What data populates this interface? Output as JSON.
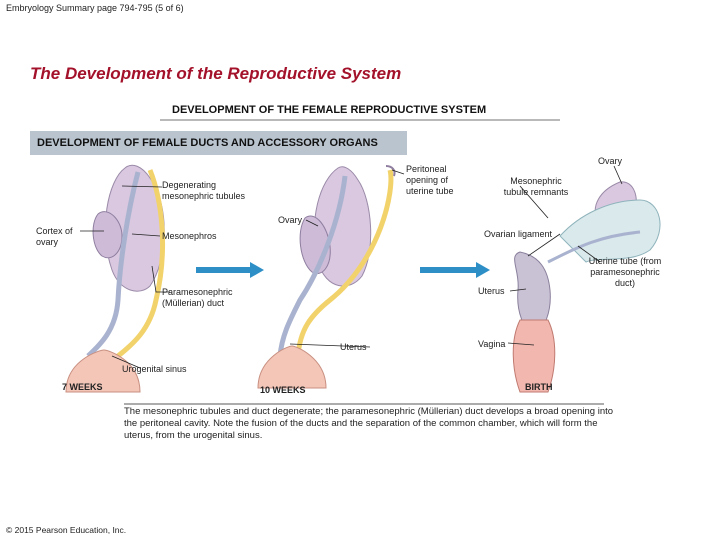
{
  "header_note": "Embryology Summary page 794-795 (5 of 6)",
  "slide_title": "The Development of the Reproductive System",
  "section_title": "DEVELOPMENT OF THE FEMALE REPRODUCTIVE SYSTEM",
  "figure": {
    "subtitle": "DEVELOPMENT OF FEMALE DUCTS AND ACCESSORY ORGANS",
    "labels": {
      "degenerating_tubules": "Degenerating mesonephric tubules",
      "cortex_of_ovary": "Cortex of ovary",
      "mesonephros": "Mesonephros",
      "paramesonephric_duct": "Paramesonephric (Müllerian) duct",
      "urogenital_sinus": "Urogenital sinus",
      "peritoneal_opening": "Peritoneal opening of uterine tube",
      "ovary_mid": "Ovary",
      "uterus_mid": "Uterus",
      "mesonephric_remnants": "Mesonephric tubule remnants",
      "ovary_right": "Ovary",
      "ovarian_ligament": "Ovarian ligament",
      "uterus_right": "Uterus",
      "vagina": "Vagina",
      "uterine_tube": "Uterine tube (from paramesonephric duct)"
    },
    "stages": {
      "week7": "7 WEEKS",
      "week10": "10 WEEKS",
      "birth": "BIRTH"
    },
    "colors": {
      "band": "#b9c4cf",
      "gonad": "#d9c8e0",
      "duct_yellow": "#f2d36b",
      "duct_blue": "#a9b3cf",
      "sinus": "#f3c6b8",
      "title": "#a3122a"
    }
  },
  "caption": "The mesonephric tubules and duct degenerate; the paramesonephric (Müllerian) duct develops a broad opening into the peritoneal cavity. Note the fusion of the ducts and the separation of the common chamber, which will form the uterus, from the urogenital sinus.",
  "copyright": "© 2015 Pearson Education, Inc."
}
